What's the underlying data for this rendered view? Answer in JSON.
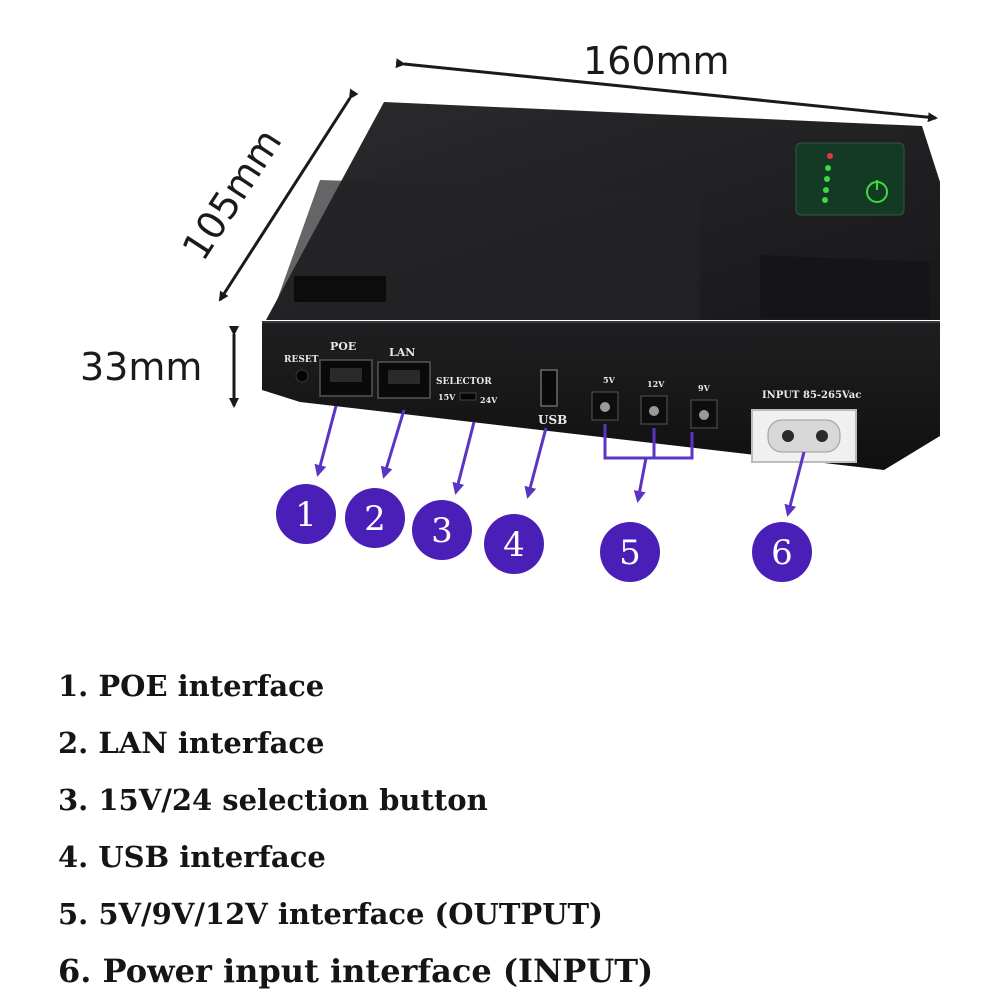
{
  "dimensions": {
    "length": "160mm",
    "width": "105mm",
    "height": "33mm"
  },
  "device": {
    "port_labels": {
      "reset": "RESET",
      "poe": "POE",
      "lan": "LAN",
      "selector": "SELECTOR",
      "selector_low": "15V",
      "selector_high": "24V",
      "usb": "USB",
      "out_5v": "5V",
      "out_12v": "12V",
      "out_9v": "9V",
      "input": "INPUT 85-265Vac"
    },
    "colors": {
      "body": "#1c1c1e",
      "callout": "#4a1fb8",
      "arrow": "#5b34c4",
      "led_green": "#3ddc3d",
      "led_red": "#e23b3b"
    }
  },
  "callouts": [
    "1",
    "2",
    "3",
    "4",
    "5",
    "6"
  ],
  "legend": [
    "1. POE interface",
    "2. LAN interface",
    "3. 15V/24 selection button",
    "4. USB interface",
    "5. 5V/9V/12V interface (OUTPUT)",
    "6. Power input interface (INPUT)"
  ]
}
